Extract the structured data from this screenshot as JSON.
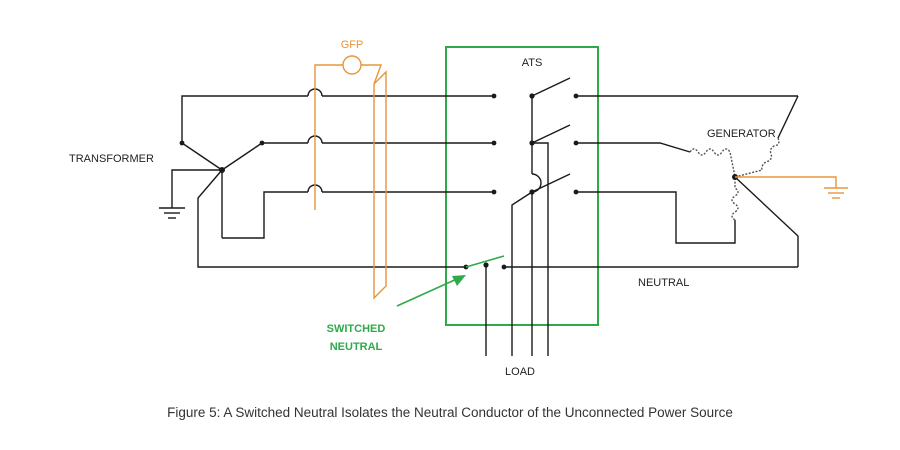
{
  "labels": {
    "gfp": "GFP",
    "ats": "ATS",
    "transformer": "TRANSFORMER",
    "generator": "GENERATOR",
    "neutral": "NEUTRAL",
    "switched_neutral_line1": "SWITCHED",
    "switched_neutral_line2": "NEUTRAL",
    "load": "LOAD"
  },
  "caption": "Figure 5: A Switched Neutral Isolates the Neutral Conductor of the Unconnected Power Source",
  "colors": {
    "wire": "#1a1a1a",
    "gfp": "#e8953a",
    "switched_neutral": "#2eaa4a",
    "text": "#222222"
  }
}
